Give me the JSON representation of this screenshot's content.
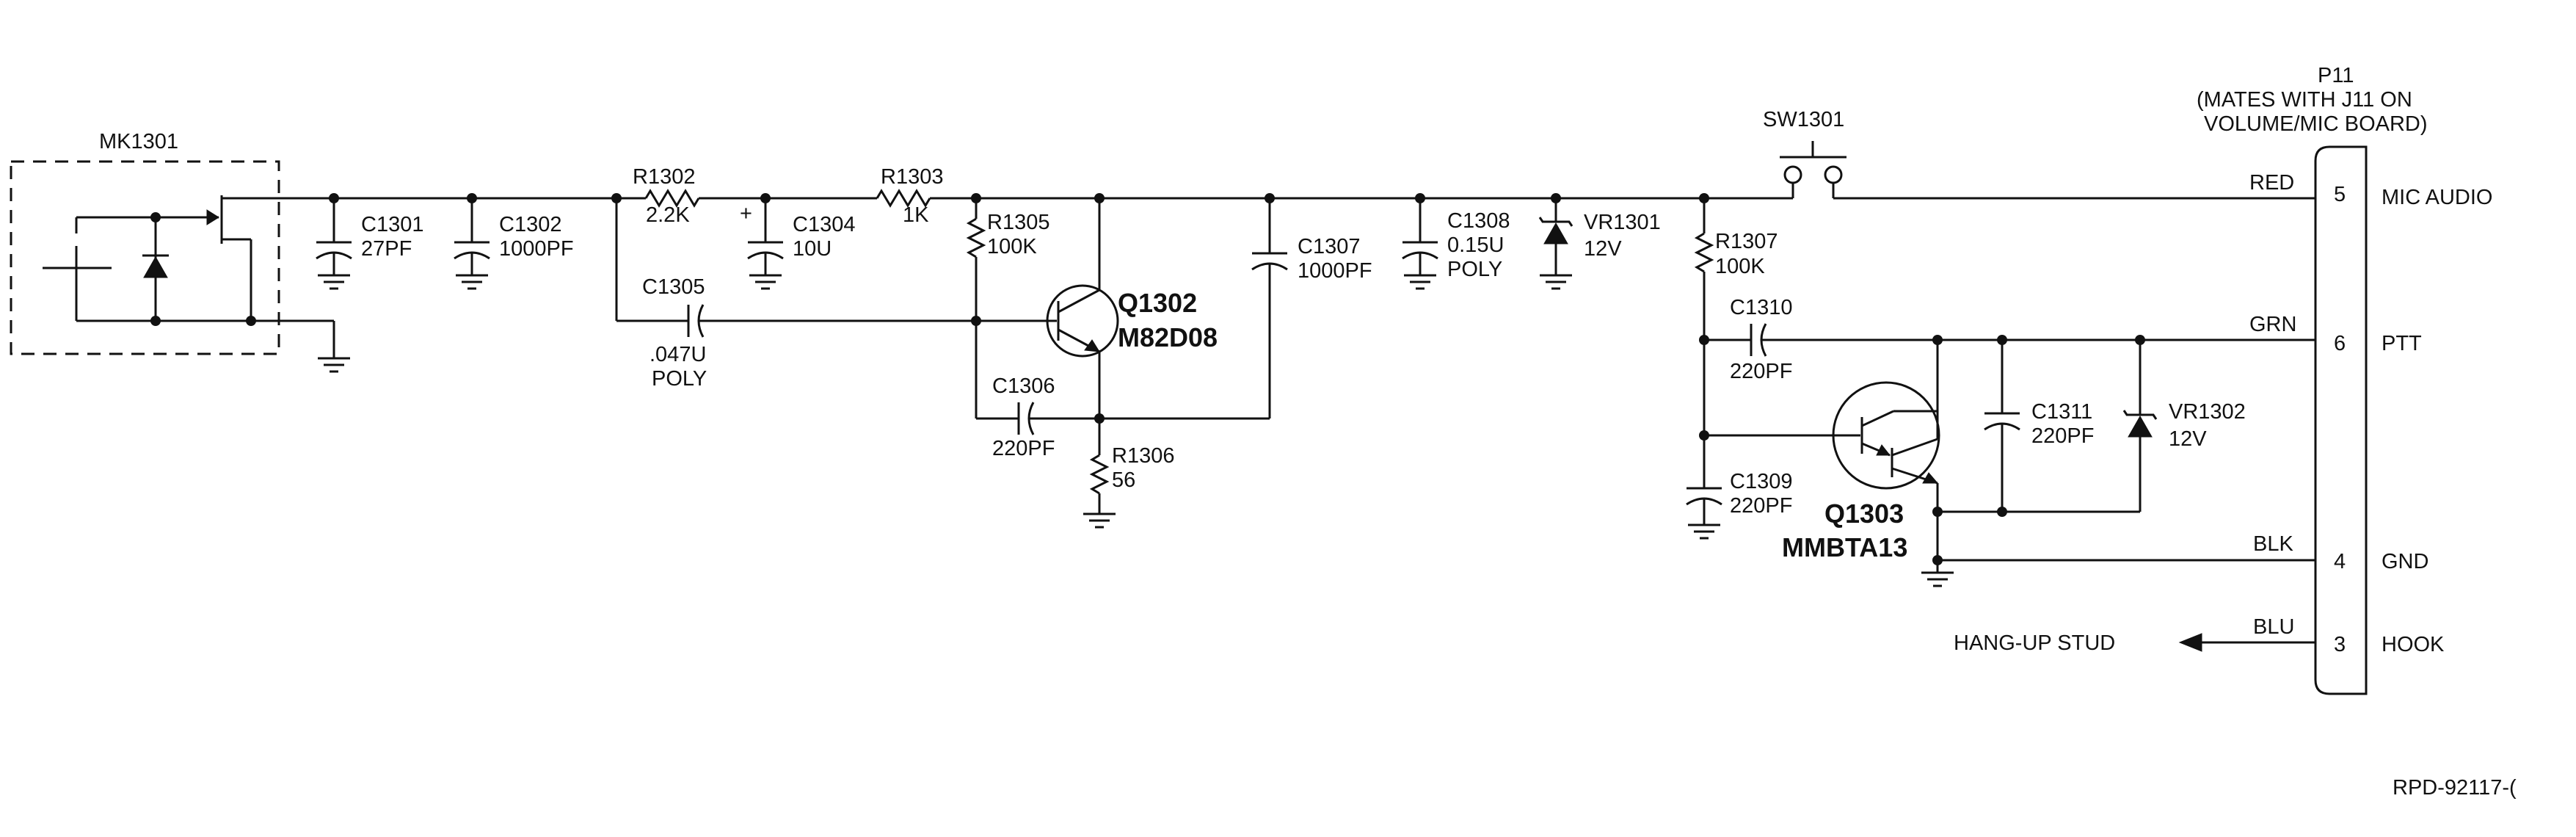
{
  "mic": {
    "ref": "MK1301"
  },
  "r1302": {
    "ref": "R1302",
    "value": "2.2K"
  },
  "r1303": {
    "ref": "R1303",
    "value": "1K"
  },
  "r1305": {
    "ref": "R1305",
    "value": "100K"
  },
  "r1306": {
    "ref": "R1306",
    "value": "56"
  },
  "r1307": {
    "ref": "R1307",
    "value": "100K"
  },
  "c1301": {
    "ref": "C1301",
    "value": "27PF"
  },
  "c1302": {
    "ref": "C1302",
    "value": "1000PF"
  },
  "c1304": {
    "ref": "C1304",
    "value": "10U",
    "polarity": "+"
  },
  "c1305": {
    "ref": "C1305",
    "value": ".047U",
    "type": "POLY"
  },
  "c1306": {
    "ref": "C1306",
    "value": "220PF"
  },
  "c1307": {
    "ref": "C1307",
    "value": "1000PF"
  },
  "c1308": {
    "ref": "C1308",
    "value": "0.15U",
    "type": "POLY"
  },
  "c1309": {
    "ref": "C1309",
    "value": "220PF"
  },
  "c1310": {
    "ref": "C1310",
    "value": "220PF"
  },
  "c1311": {
    "ref": "C1311",
    "value": "220PF"
  },
  "vr1301": {
    "ref": "VR1301",
    "value": "12V"
  },
  "vr1302": {
    "ref": "VR1302",
    "value": "12V"
  },
  "q1302": {
    "ref": "Q1302",
    "part": "M82D08"
  },
  "q1303": {
    "ref": "Q1303",
    "part": "MMBTA13"
  },
  "sw1301": {
    "ref": "SW1301"
  },
  "connector": {
    "ref": "P11",
    "note_line1": "(MATES WITH  J11 ON",
    "note_line2": "VOLUME/MIC  BOARD)",
    "pins": [
      {
        "pin": "5",
        "wire": "RED",
        "signal": "MIC  AUDIO"
      },
      {
        "pin": "6",
        "wire": "GRN",
        "signal": "PTT"
      },
      {
        "pin": "4",
        "wire": "BLK",
        "signal": "GND"
      },
      {
        "pin": "3",
        "wire": "BLU",
        "signal": "HOOK"
      }
    ]
  },
  "hangup": "HANG-UP  STUD",
  "drawing_number": "RPD-92117-("
}
